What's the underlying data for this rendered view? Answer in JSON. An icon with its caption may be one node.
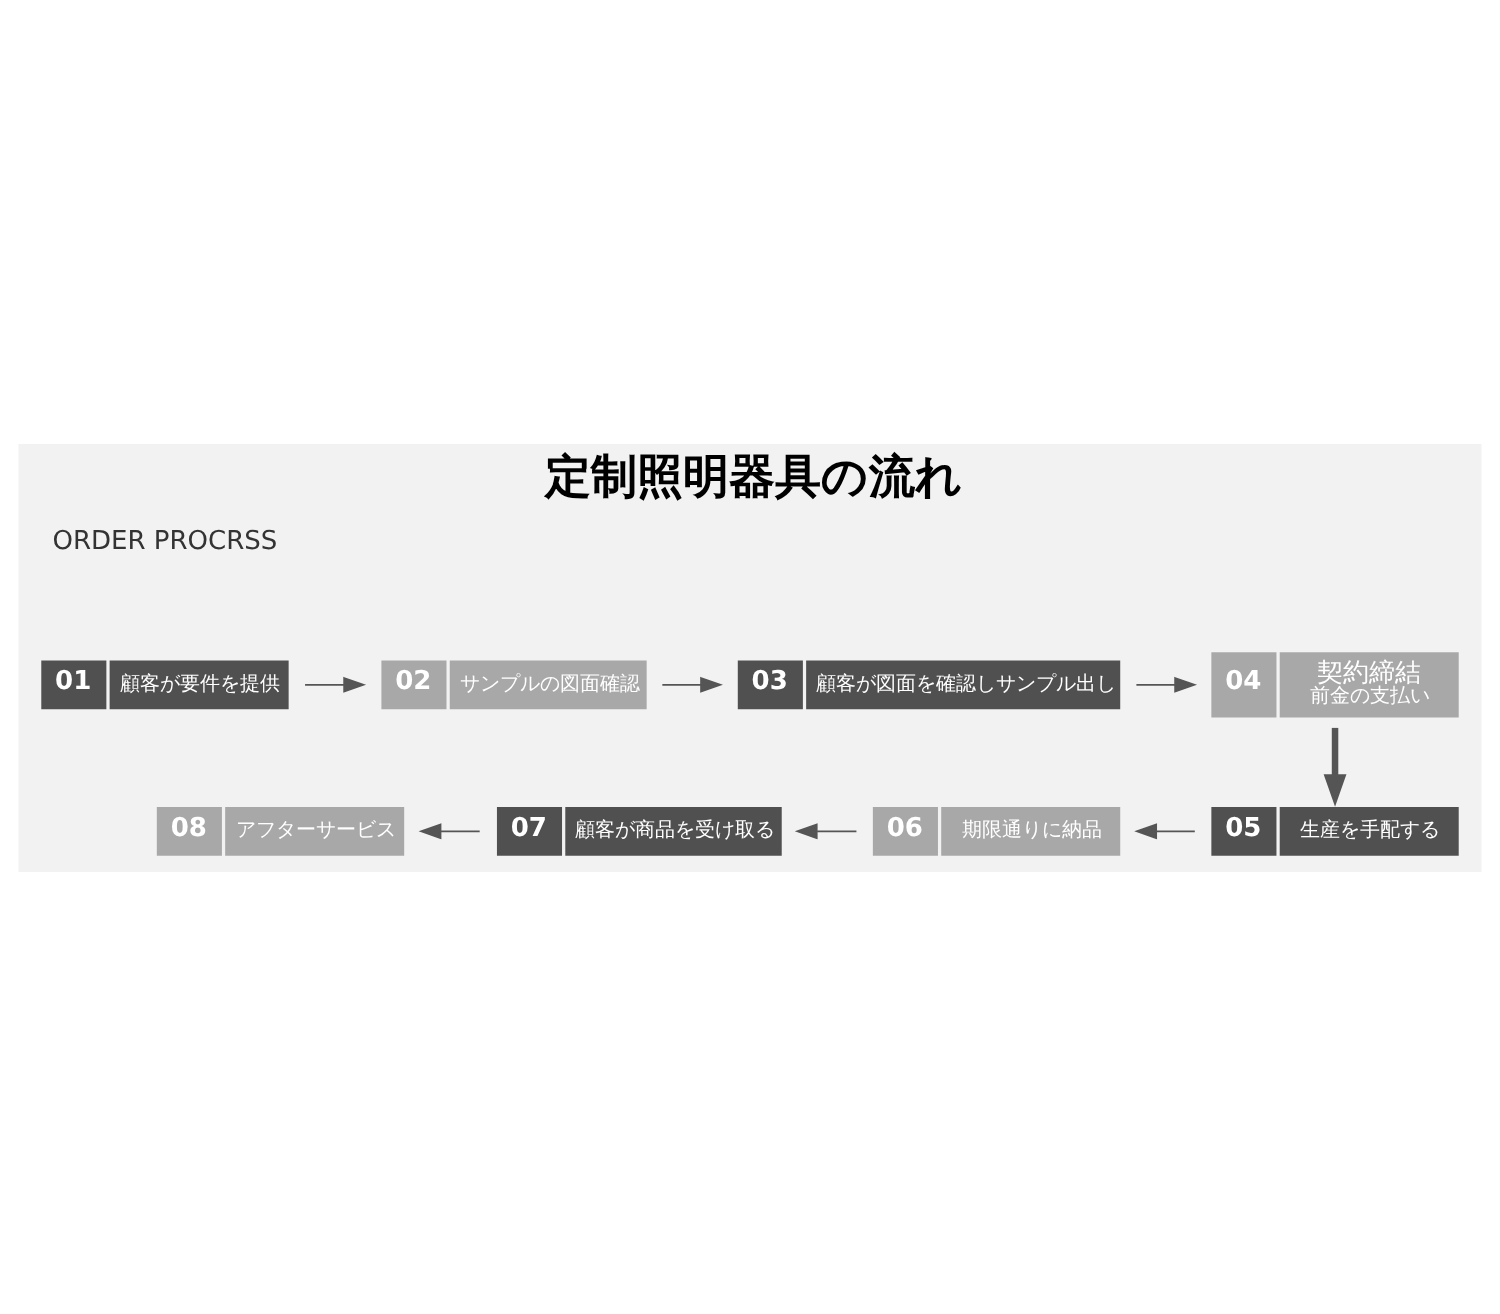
{
  "diagram": {
    "title": "定制照明器具の流れ",
    "nodes": [
      {
        "text": [
          "01",
          "顧客が要件を提供"
        ]
      },
      {
        "text": [
          "02",
          "サンプルの図面確認"
        ]
      },
      {
        "text": [
          "03",
          "顧客が図面を確認しサンプル出し"
        ]
      },
      {
        "text": [
          "04",
          "契約締結",
          "前金の支払い"
        ]
      },
      {
        "text": [
          "05",
          "生産を手配する"
        ]
      },
      {
        "text": [
          "06",
          "期限通りに納品"
        ]
      },
      {
        "text": [
          "07",
          "顧客が商品を受け取る"
        ]
      },
      {
        "text": [
          "08",
          "アフターサービス"
        ]
      }
    ],
    "edges": [
      {
        "from": 0,
        "to": 1,
        "arrow": "to"
      },
      {
        "from": 1,
        "to": 2,
        "arrow": "to"
      },
      {
        "from": 2,
        "to": 3,
        "arrow": "to"
      },
      {
        "from": 3,
        "to": 4,
        "arrow": "to",
        "style": "thick"
      },
      {
        "from": 4,
        "to": 5,
        "arrow": "to"
      },
      {
        "from": 5,
        "to": 6,
        "arrow": "to"
      },
      {
        "from": 6,
        "to": 7,
        "arrow": "to"
      }
    ],
    "labels": [
      "ORDER PROCRSS"
    ]
  }
}
